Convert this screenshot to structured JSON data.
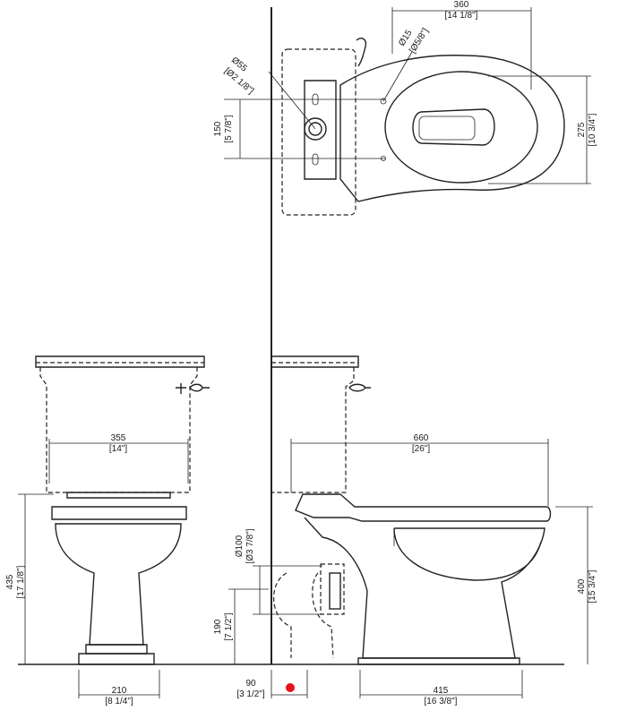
{
  "dimensions": {
    "top_width": {
      "mm": "360",
      "in": "[14 1/8\"]"
    },
    "valve_dia": {
      "mm": "Ø15",
      "in": "[Ø5/8\"]"
    },
    "flush_dia": {
      "mm": "Ø55",
      "in": "[Ø2 1/8\"]"
    },
    "bolt_spacing": {
      "mm": "150",
      "in": "[5 7/8\"]"
    },
    "bowl_width": {
      "mm": "275",
      "in": "[10 3/4\"]"
    },
    "cistern_front_width": {
      "mm": "355",
      "in": "[14\"]"
    },
    "cistern_side_depth": {
      "mm": "660",
      "in": "[26\"]"
    },
    "front_height": {
      "mm": "435",
      "in": "[17 1/8\"]"
    },
    "waste_dia": {
      "mm": "Ø100",
      "in": "[Ø3 7/8\"]"
    },
    "waste_height": {
      "mm": "190",
      "in": "[7 1/2\"]"
    },
    "bowl_height": {
      "mm": "400",
      "in": "[15 3/4\"]"
    },
    "foot_width": {
      "mm": "210",
      "in": "[8 1/4\"]"
    },
    "wall_offset": {
      "mm": "90",
      "in": "[3 1/2\"]"
    },
    "foot_depth": {
      "mm": "415",
      "in": "[16 3/8\"]"
    }
  },
  "marker_color": "#e8101c"
}
